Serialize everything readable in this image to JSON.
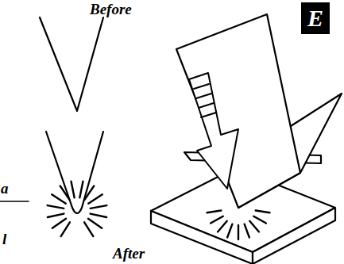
{
  "diagram": {
    "nodes": [
      {
        "text": [
          "E"
        ]
      }
    ],
    "labels": [
      "Before",
      "a",
      "l",
      "After"
    ]
  }
}
